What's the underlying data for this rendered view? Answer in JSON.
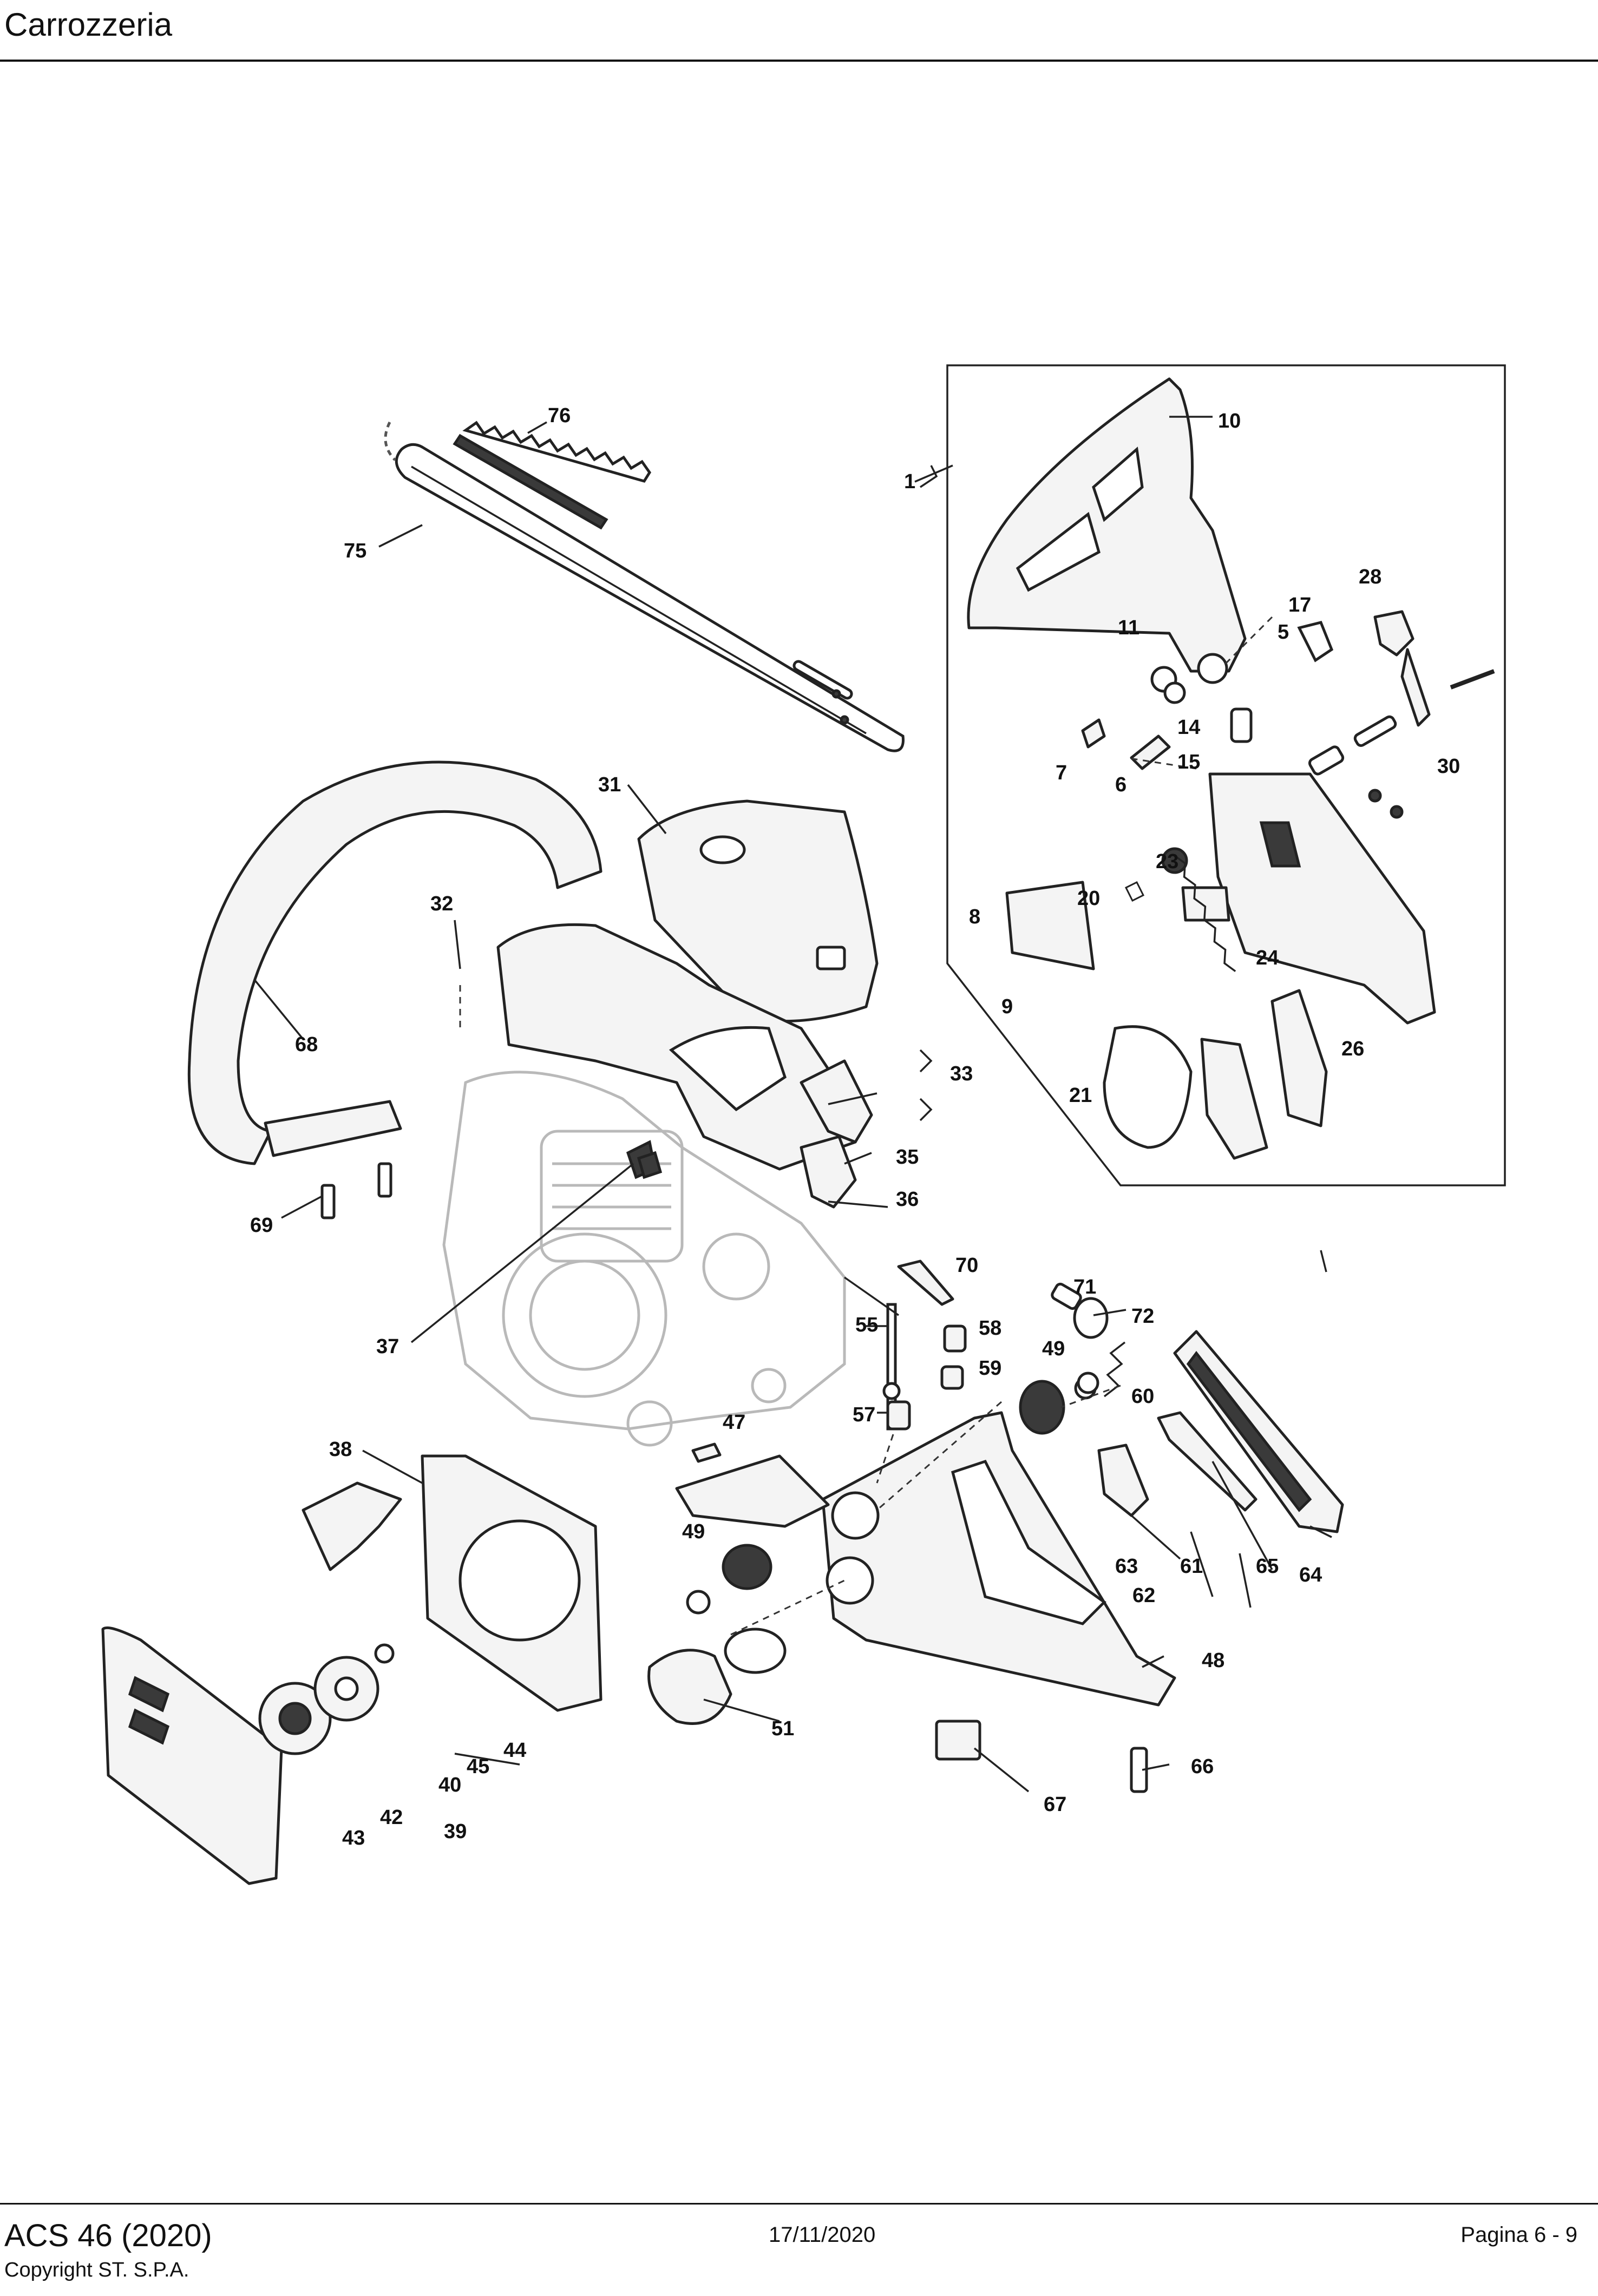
{
  "header": {
    "title": "Carrozzeria"
  },
  "footer": {
    "model": "ACS 46 (2020)",
    "copyright": "Copyright ST. S.P.A.",
    "date": "17/11/2020",
    "page": "Pagina 6 - 9"
  },
  "callouts": {
    "c1": "1",
    "c5": "5",
    "c6": "6",
    "c7": "7",
    "c8": "8",
    "c9": "9",
    "c10": "10",
    "c11": "11",
    "c14": "14",
    "c15": "15",
    "c17": "17",
    "c20": "20",
    "c21": "21",
    "c23": "23",
    "c24": "24",
    "c26": "26",
    "c28": "28",
    "c30": "30",
    "c31": "31",
    "c32": "32",
    "c33": "33",
    "c35": "35",
    "c36": "36",
    "c37": "37",
    "c38": "38",
    "c39": "39",
    "c40": "40",
    "c42": "42",
    "c43": "43",
    "c44": "44",
    "c45": "45",
    "c47": "47",
    "c48": "48",
    "c49a": "49",
    "c49b": "49",
    "c51": "51",
    "c55": "55",
    "c57": "57",
    "c58": "58",
    "c59": "59",
    "c60": "60",
    "c61": "61",
    "c62": "62",
    "c63": "63",
    "c64": "64",
    "c65": "65",
    "c66": "66",
    "c67": "67",
    "c68": "68",
    "c69": "69",
    "c70": "70",
    "c71": "71",
    "c72": "72",
    "c75": "75",
    "c76": "76"
  }
}
